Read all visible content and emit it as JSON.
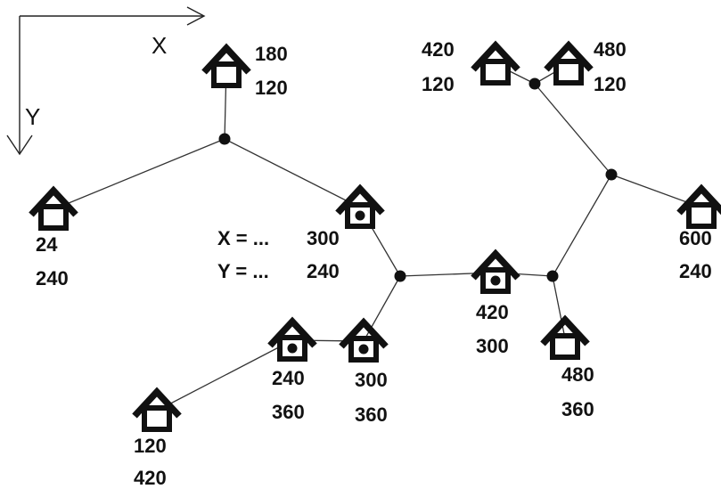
{
  "axes": {
    "x_label": "X",
    "y_label": "Y"
  },
  "legend": {
    "x_line": "X = ...",
    "y_line": "Y = ..."
  },
  "houses": [
    {
      "id": "h-180-120",
      "x": "180",
      "y": "120",
      "marked": false
    },
    {
      "id": "h-420-120",
      "x": "420",
      "y": "120",
      "marked": false
    },
    {
      "id": "h-480-120",
      "x": "480",
      "y": "120",
      "marked": false
    },
    {
      "id": "h-24-240",
      "x": "24",
      "y": "240",
      "marked": false
    },
    {
      "id": "h-300-240",
      "x": "300",
      "y": "240",
      "marked": true
    },
    {
      "id": "h-600-240",
      "x": "600",
      "y": "240",
      "marked": false
    },
    {
      "id": "h-420-300",
      "x": "420",
      "y": "300",
      "marked": true
    },
    {
      "id": "h-240-360",
      "x": "240",
      "y": "360",
      "marked": true
    },
    {
      "id": "h-300-360",
      "x": "300",
      "y": "360",
      "marked": true
    },
    {
      "id": "h-480-360",
      "x": "480",
      "y": "360",
      "marked": false
    },
    {
      "id": "h-120-420",
      "x": "120",
      "y": "420",
      "marked": false
    }
  ],
  "junctions": [
    "j1",
    "j2",
    "j3",
    "j4",
    "j5"
  ]
}
